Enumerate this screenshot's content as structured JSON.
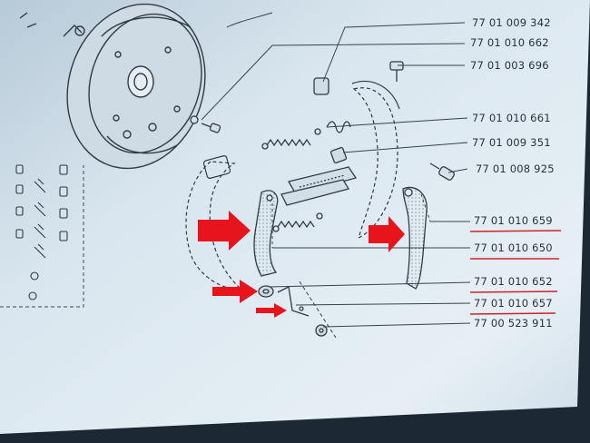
{
  "diagram": {
    "part_numbers": [
      "77 01 009 342",
      "77 01 010 662",
      "77 01 003 696",
      "77 01 010 661",
      "77 01 009 351",
      "77 01 008 925",
      "77 01 010 659",
      "77 01 010 650",
      "77 01 010 652",
      "77 01 010 657",
      "77 00 523 911"
    ],
    "highlighted_parts": [
      "77 01 010 659",
      "77 01 010 650",
      "77 01 010 652",
      "77 01 010 657"
    ],
    "colors": {
      "paper": "#dde8f0",
      "paper_shadow": "#b9ccd9",
      "line_art": "#2f3b45",
      "arrow": "#e8141c",
      "underline": "#d0232a",
      "background": "#1c2833"
    }
  }
}
